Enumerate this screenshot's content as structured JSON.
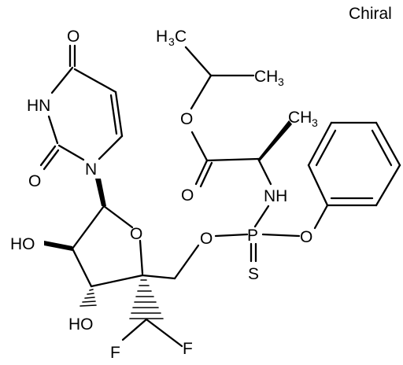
{
  "chiral_label": "Chiral",
  "atoms": {
    "o_top": "O",
    "hn": "HN",
    "o_left": "O",
    "n1": "N",
    "ho_top": "HO",
    "ho_bottom": "HO",
    "o_ring": "O",
    "f_left": "F",
    "f_right": "F",
    "o_phos": "O",
    "p": "P",
    "s": "S",
    "nh": "NH",
    "o_phenoxy": "O",
    "o_ester": "O",
    "o_carbonyl": "O",
    "h3c_top": "H",
    "h3c_top_c": "C",
    "ch3_top": "CH",
    "ch3_ala": "CH",
    "sub3": "3"
  }
}
